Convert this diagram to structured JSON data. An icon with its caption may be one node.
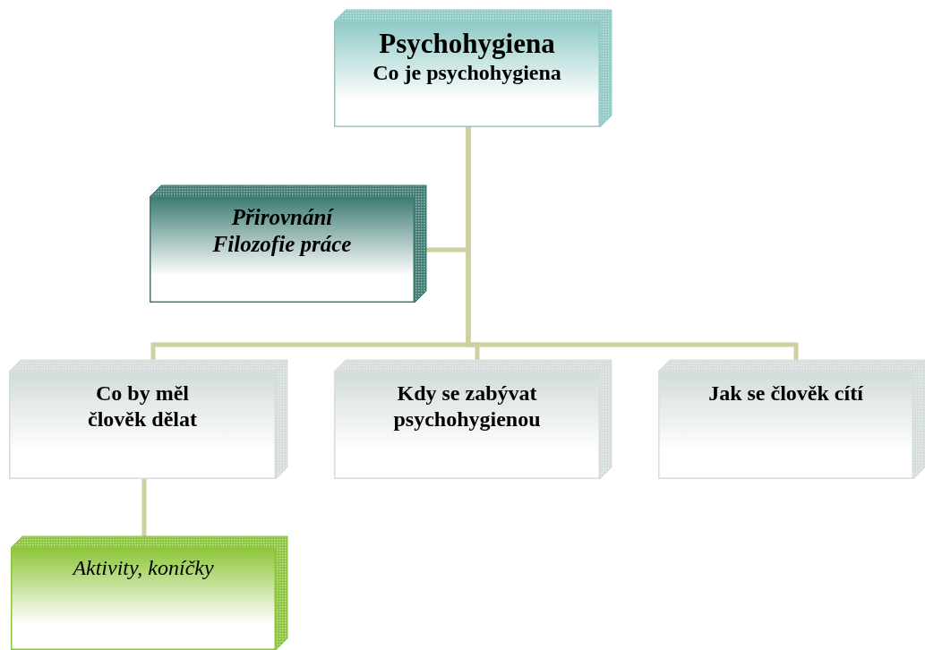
{
  "diagram": {
    "nodes": [
      {
        "text": [
          "Psychohygiena",
          "Co je psychohygiena"
        ]
      },
      {
        "text": [
          "Přirovnání",
          "Filozofie práce"
        ]
      },
      {
        "text": [
          "Co by měl člověk dělat"
        ]
      },
      {
        "text": [
          "Kdy se zabývat psychohygienou"
        ]
      },
      {
        "text": [
          "Jak se člověk cítí"
        ]
      },
      {
        "text": [
          "Aktivity, koníčky"
        ]
      }
    ],
    "edges": [
      {
        "from": 0,
        "to": 1,
        "arrow": "none"
      },
      {
        "from": 0,
        "to": 2,
        "arrow": "none"
      },
      {
        "from": 0,
        "to": 3,
        "arrow": "none"
      },
      {
        "from": 0,
        "to": 4,
        "arrow": "none"
      },
      {
        "from": 2,
        "to": 5,
        "arrow": "none"
      }
    ]
  }
}
